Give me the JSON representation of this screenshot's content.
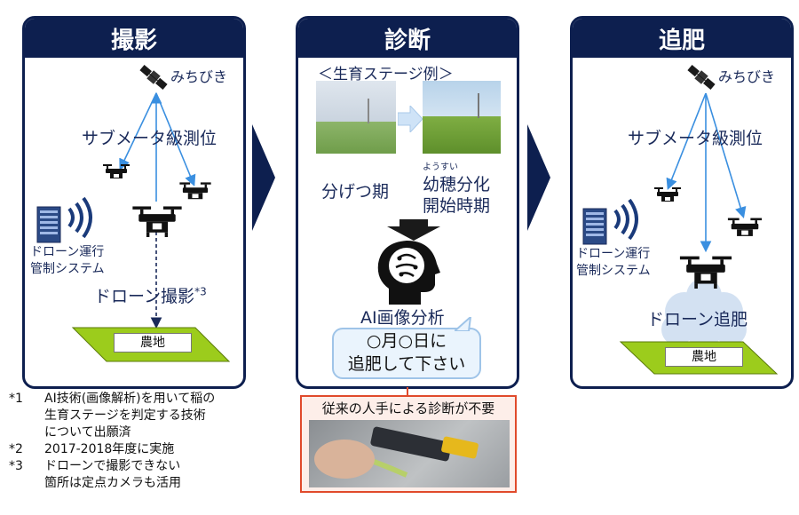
{
  "colors": {
    "navy": "#0d1f4f",
    "arrow_blue": "#3a8fe0",
    "field_green": "#9ccc1c",
    "red_border": "#e04a2b"
  },
  "panels": {
    "satsuei": {
      "title": "撮影",
      "satellite": "みちびき",
      "positioning": "サブメータ級測位",
      "system_line1": "ドローン運行",
      "system_line2": "管制システム",
      "drone_shot": "ドローン撮影",
      "drone_shot_mark": "*3",
      "field": "農地"
    },
    "shindan": {
      "title": "診断",
      "stage_example": "＜生育ステージ例＞",
      "stage1": "分げつ期",
      "ruby": "ようすい",
      "stage2_line1": "幼穂分化",
      "stage2_line2": "開始時期",
      "ai_label": "AI画像分析",
      "bubble_line1": "○月○日に",
      "bubble_line2": "追肥して下さい"
    },
    "tsuihi": {
      "title": "追肥",
      "satellite": "みちびき",
      "positioning": "サブメータ級測位",
      "system_line1": "ドローン運行",
      "system_line2": "管制システム",
      "drone_spray": "ドローン追肥",
      "field": "農地"
    }
  },
  "callout": "従来の人手による診断が不要",
  "notes": [
    {
      "mark": "*1",
      "lines": [
        "AI技術(画像解析)を用いて稲の",
        "生育ステージを判定する技術",
        "について出願済"
      ]
    },
    {
      "mark": "*2",
      "lines": [
        "2017-2018年度に実施"
      ]
    },
    {
      "mark": "*3",
      "lines": [
        "ドローンで撮影できない",
        "箇所は定点カメラも活用"
      ]
    }
  ]
}
